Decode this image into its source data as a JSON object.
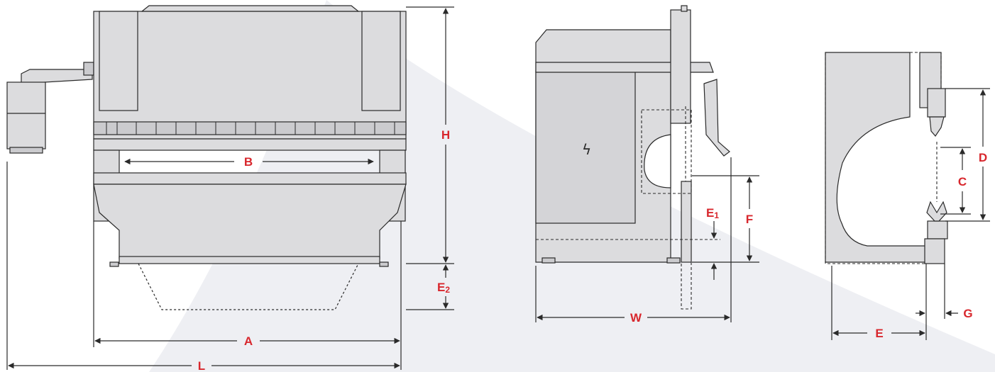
{
  "colors": {
    "label": "#d8272d",
    "body": "#dcdcde",
    "body_dark": "#cbcbce",
    "stroke": "#2a2a2a",
    "backdrop": "#eeeff3"
  },
  "labels": {
    "A": "A",
    "B": "B",
    "C": "C",
    "D": "D",
    "E": "E",
    "E1_main": "E",
    "E1_sub": "1",
    "E2_main": "E",
    "E2_sub": "2",
    "F": "F",
    "G": "G",
    "H": "H",
    "L": "L",
    "W": "W"
  },
  "icons": {
    "electrical_hazard": "lightning-bolt-icon"
  }
}
